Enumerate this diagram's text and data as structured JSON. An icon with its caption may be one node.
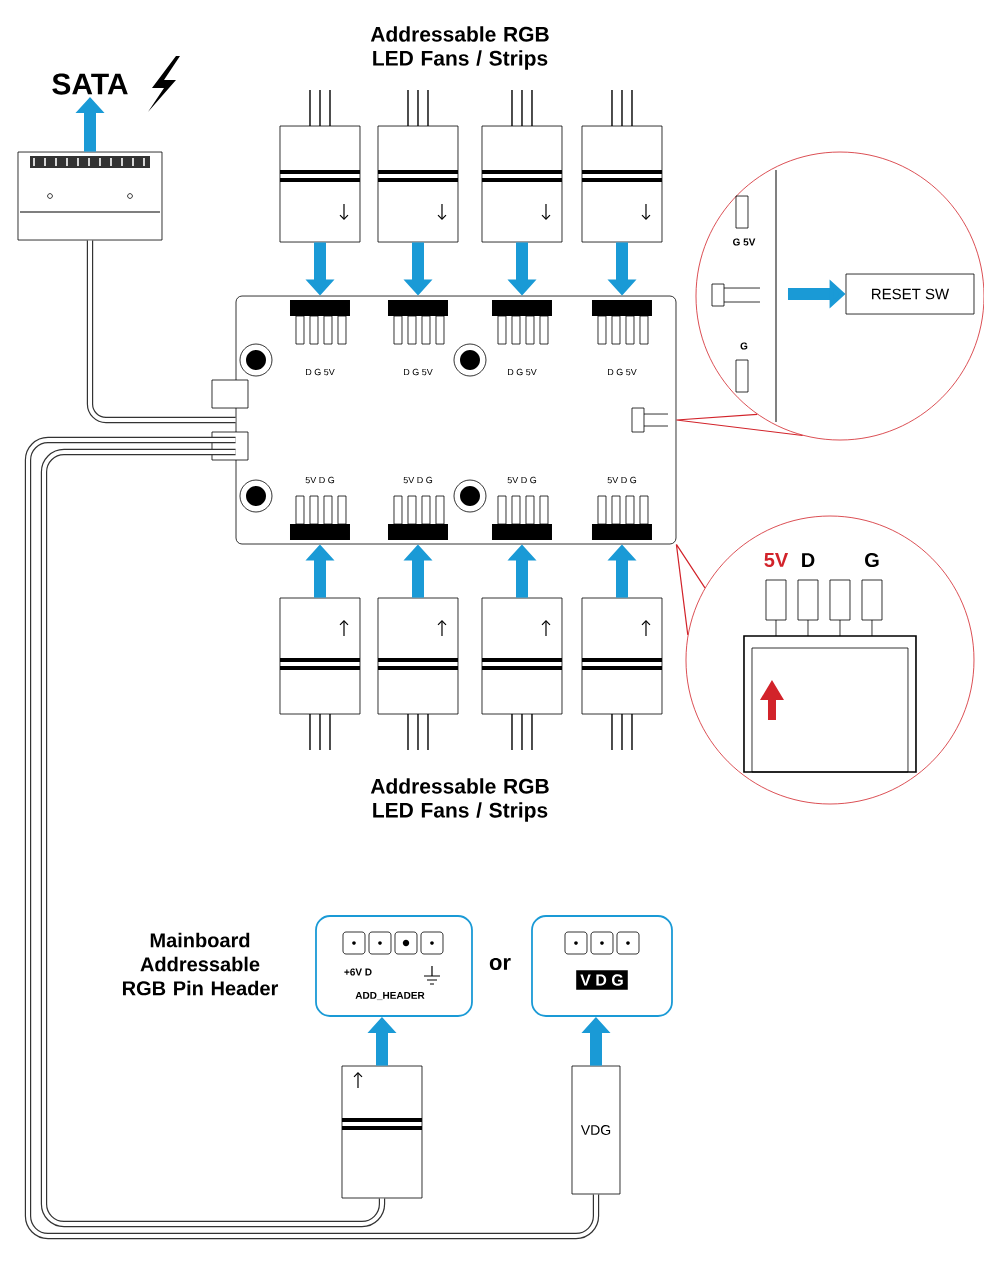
{
  "diagram": {
    "nodes": [
      {
        "text": [
          "SATA"
        ]
      },
      {
        "text": [],
        "shape": "box"
      },
      {
        "text": [],
        "shape": "box"
      },
      {
        "text": [],
        "shape": "box"
      },
      {
        "text": [],
        "shape": "box"
      },
      {
        "text": [],
        "shape": "box"
      },
      {
        "text": [
          "D G 5V",
          "D G 5V",
          "D G 5V",
          "D G 5V",
          "5V D G",
          "5V D G",
          "5V D G",
          "5V D G"
        ]
      },
      {
        "text": [],
        "shape": "circle"
      },
      {
        "text": [
          "RESET SW"
        ],
        "in": 7
      },
      {
        "text": [],
        "shape": "circle"
      },
      {
        "text": [],
        "shape": "box"
      },
      {
        "text": [],
        "shape": "box"
      },
      {
        "text": [],
        "shape": "box"
      },
      {
        "text": [],
        "shape": "box"
      },
      {
        "text": [
          "+6V D",
          "ADD_HEADER"
        ]
      },
      {
        "text": [
          "V D G"
        ]
      },
      {
        "text": [],
        "shape": "box"
      },
      {
        "text": [
          "VDG"
        ]
      }
    ],
    "edges": [
      {
        "from": 1,
        "to": 0,
        "arrow": "to"
      },
      {
        "from": 2,
        "to": 6,
        "arrow": "to"
      },
      {
        "from": 3,
        "to": 6,
        "arrow": "to"
      },
      {
        "from": 4,
        "to": 6,
        "arrow": "to"
      },
      {
        "from": 5,
        "to": 6,
        "arrow": "to"
      },
      {
        "from": null,
        "to": 8,
        "arrow": "to"
      },
      {
        "from": 10,
        "to": 6,
        "arrow": "to"
      },
      {
        "from": 11,
        "to": 6,
        "arrow": "to"
      },
      {
        "from": 12,
        "to": 6,
        "arrow": "to"
      },
      {
        "from": 13,
        "to": 6,
        "arrow": "to"
      },
      {
        "from": 16,
        "to": 14,
        "arrow": "to"
      },
      {
        "from": 17,
        "to": 15,
        "arrow": "to"
      },
      {
        "from": 1,
        "to": 6,
        "arrow": "none",
        "color": "#333333"
      },
      {
        "from": 6,
        "to": 16,
        "arrow": "none",
        "color": "#333333"
      },
      {
        "from": 6,
        "to": 17,
        "arrow": "none",
        "color": "#333333"
      },
      {
        "from": 6,
        "to": 7,
        "arrow": "none",
        "color": "#d2232a"
      },
      {
        "from": 6,
        "to": 9,
        "arrow": "none",
        "color": "#d2232a"
      }
    ],
    "labels": [
      "Addressable RGB LED Fans / Strips",
      "G 5V",
      "G",
      "5V",
      "D",
      "G",
      "Addressable RGB LED Fans / Strips",
      "Mainboard Addressable RGB Pin Header",
      "or"
    ]
  }
}
